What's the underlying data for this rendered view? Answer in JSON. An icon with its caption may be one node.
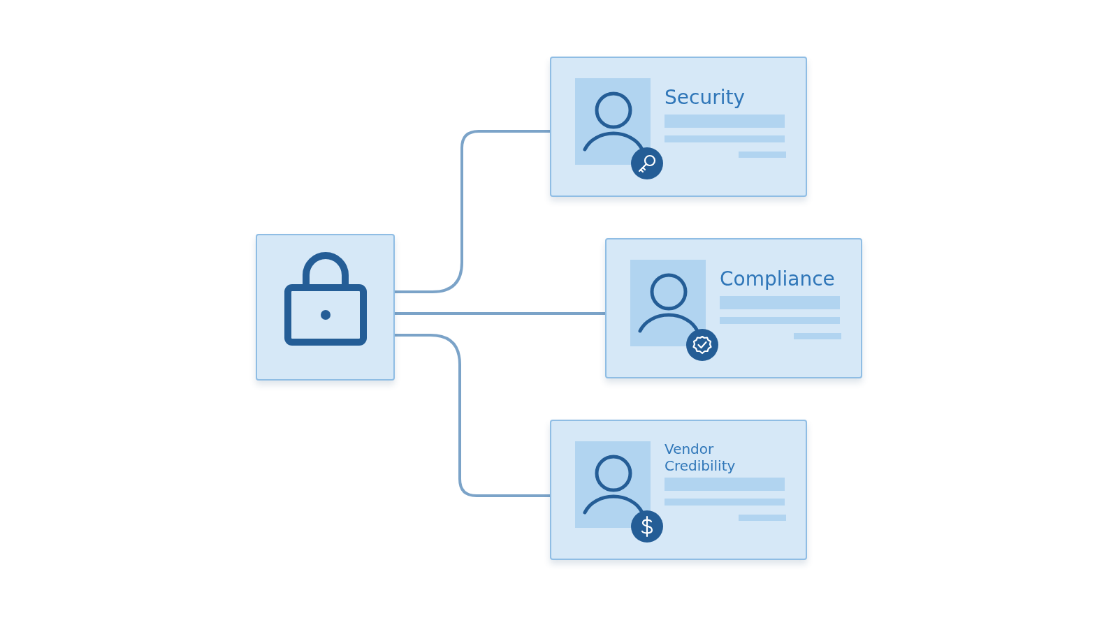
{
  "diagram": {
    "nodes": [
      {
        "text": [],
        "shape": "box"
      },
      {
        "text": [
          "Security"
        ]
      },
      {
        "text": [
          "Compliance"
        ]
      },
      {
        "text": [
          "Vendor Credibility"
        ]
      }
    ],
    "edges": [
      {
        "from": 0,
        "to": 1,
        "arrow": "none"
      },
      {
        "from": 0,
        "to": 2,
        "arrow": "none"
      },
      {
        "from": 0,
        "to": 3,
        "arrow": "none"
      }
    ]
  }
}
